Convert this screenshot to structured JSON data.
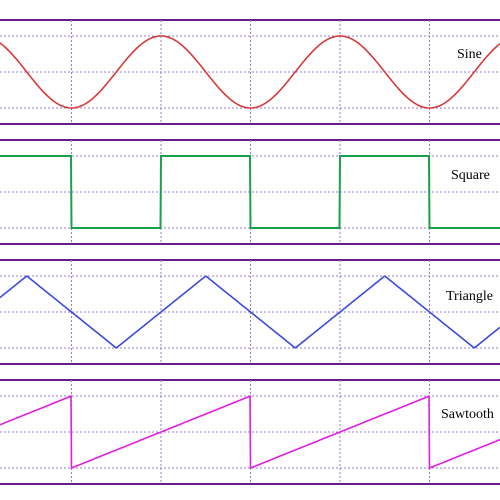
{
  "colors": {
    "panel_border": "#6a1a8a",
    "grid": "#9a7ad0",
    "sine": "#d83a3a",
    "square": "#1aa04a",
    "triangle": "#3a4ae0",
    "sawtooth": "#e020e0"
  },
  "waves": [
    {
      "id": "sine",
      "label": "Sine",
      "period_divisions": 2,
      "phase": 0.0
    },
    {
      "id": "square",
      "label": "Square",
      "period_divisions": 2,
      "phase": 0.0
    },
    {
      "id": "triangle",
      "label": "Triangle",
      "period_divisions": 2,
      "phase": 0.0
    },
    {
      "id": "sawtooth",
      "label": "Sawtooth",
      "period_divisions": 2,
      "phase": 0.0
    }
  ]
}
